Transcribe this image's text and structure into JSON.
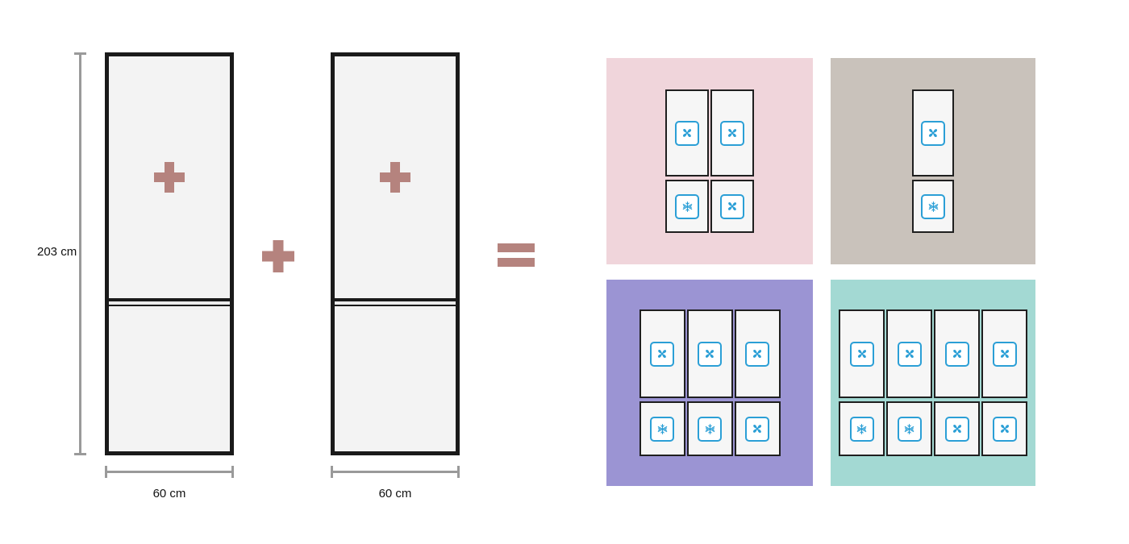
{
  "diagram": {
    "height_label": "203 cm",
    "fridges": [
      {
        "name": "fridge-1",
        "width_label": "60 cm",
        "inner_icon": "plus-icon"
      },
      {
        "name": "fridge-2",
        "width_label": "60 cm",
        "inner_icon": "plus-icon"
      }
    ],
    "operators": {
      "between_fridges": "plus",
      "before_options": "equals"
    }
  },
  "colors": {
    "accent_mauve": "#b5837e",
    "icon_blue": "#2b9fd6",
    "measure_gray": "#9a9a9a",
    "fridge_border": "#1a1a1a",
    "fridge_fill": "#f3f3f3"
  },
  "panels": [
    {
      "id": "pink",
      "bg": "#f0d5db",
      "top_icons": [
        "fan-icon",
        "fan-icon"
      ],
      "bottom_icons": [
        "snowflake-icon",
        "fan-icon"
      ]
    },
    {
      "id": "taupe",
      "bg": "#c9c2bb",
      "top_icons": [
        "fan-icon"
      ],
      "bottom_icons": [
        "snowflake-icon"
      ]
    },
    {
      "id": "purple",
      "bg": "#9b94d3",
      "top_icons": [
        "fan-icon",
        "fan-icon",
        "fan-icon"
      ],
      "bottom_icons": [
        "snowflake-icon",
        "snowflake-icon",
        "fan-icon"
      ]
    },
    {
      "id": "teal",
      "bg": "#a3d9d3",
      "top_icons": [
        "fan-icon",
        "fan-icon",
        "fan-icon",
        "fan-icon"
      ],
      "bottom_icons": [
        "snowflake-icon",
        "snowflake-icon",
        "fan-icon",
        "fan-icon"
      ]
    }
  ]
}
